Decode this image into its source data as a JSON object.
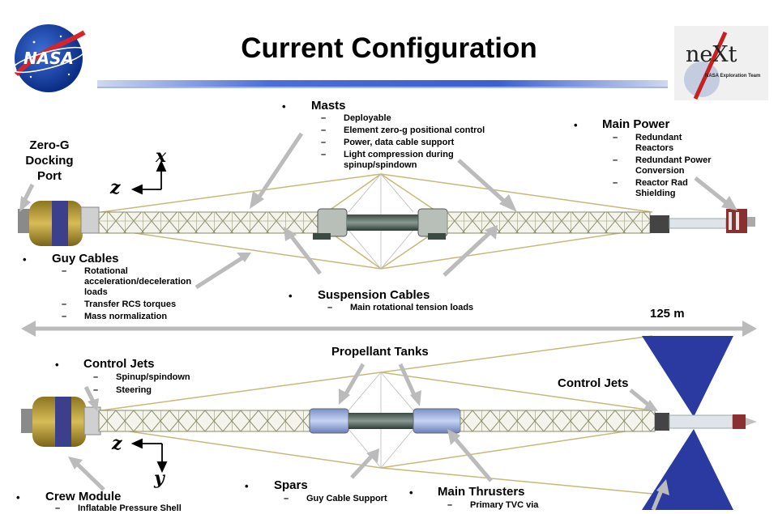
{
  "title": "Current Configuration",
  "logos": {
    "nasa": "NASA",
    "next": "neXt",
    "next_tagline": "NASA Exploration Team"
  },
  "top_view": {
    "zero_g": "Zero-G\nDocking\nPort",
    "masts": {
      "heading": "Masts",
      "items": [
        "Deployable",
        "Element zero-g positional control",
        "Power, data cable support",
        "Light compression during\nspinup/spindown"
      ]
    },
    "main_power": {
      "heading": "Main Power",
      "items": [
        "Redundant\nReactors",
        "Redundant Power\nConversion",
        "Reactor Rad\nShielding"
      ]
    },
    "guy_cables": {
      "heading": "Guy Cables",
      "items": [
        "Rotational\nacceleration/deceleration\nloads",
        "Transfer RCS torques",
        "Mass normalization"
      ]
    },
    "suspension": {
      "heading": "Suspension Cables",
      "items": [
        "Main rotational tension loads"
      ]
    },
    "axis_x": "x",
    "axis_z": "z"
  },
  "length_label": "125 m",
  "bottom_view": {
    "control_jets_left": {
      "heading": "Control Jets",
      "items": [
        "Spinup/spindown",
        "Steering"
      ]
    },
    "propellant": "Propellant Tanks",
    "control_jets_right": "Control Jets",
    "crew": {
      "heading": "Crew Module",
      "items": [
        "Inflatable Pressure Shell"
      ]
    },
    "spars": {
      "heading": "Spars",
      "items": [
        "Guy Cable Support"
      ]
    },
    "thrusters": {
      "heading": "Main Thrusters",
      "items": [
        "Primary TVC via"
      ]
    },
    "axis_z": "z",
    "axis_y": "y"
  },
  "colors": {
    "truss": "#8a8c6a",
    "cable": "#c8b878",
    "module_gold": "#b89a3a",
    "module_blue": "#3b3f8c",
    "radiator": "#2a3aa0",
    "tank_blue": "#9aaedc",
    "arrow": "#bbbbbb"
  }
}
